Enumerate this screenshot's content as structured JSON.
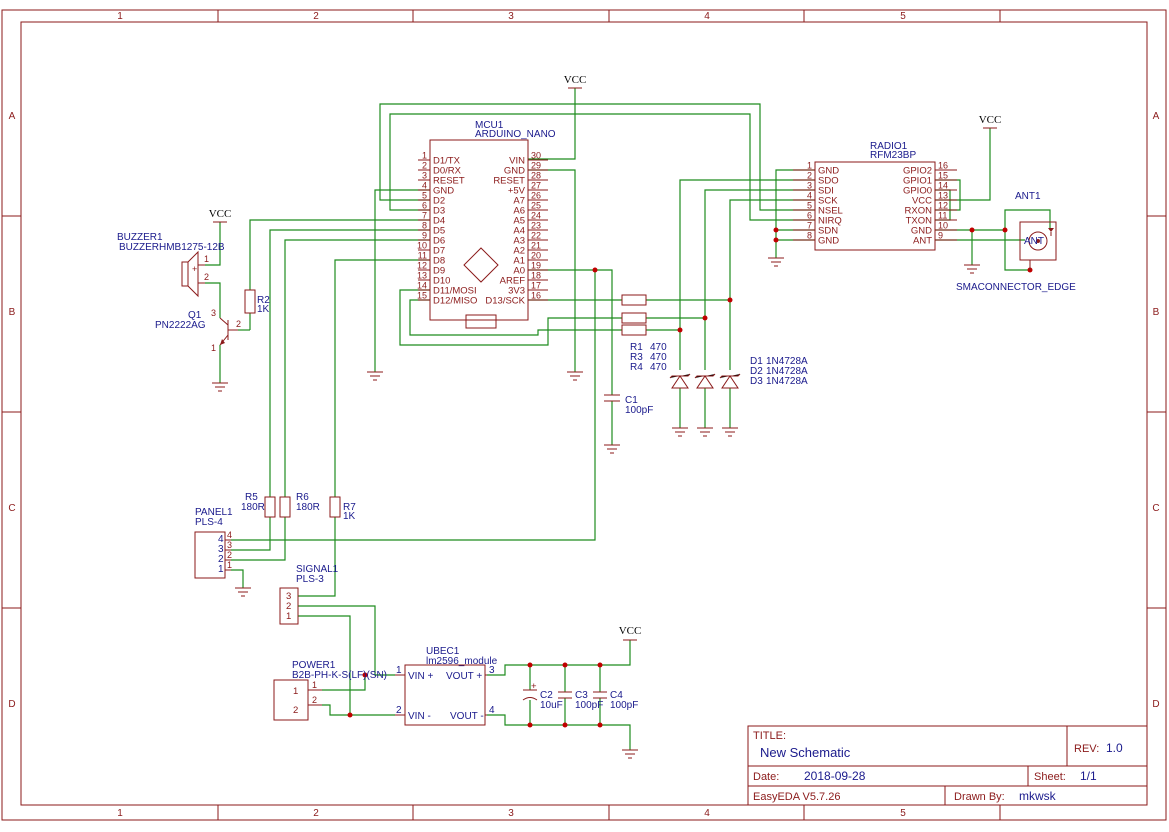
{
  "frame": {
    "columns": [
      "1",
      "2",
      "3",
      "4",
      "5"
    ],
    "rows": [
      "A",
      "B",
      "C",
      "D"
    ]
  },
  "title_block": {
    "title_label": "TITLE:",
    "title": "New Schematic",
    "rev_label": "REV:",
    "rev": "1.0",
    "date_label": "Date:",
    "date": "2018-09-28",
    "sheet_label": "Sheet:",
    "sheet": "1/1",
    "software": "EasyEDA V5.7.26",
    "drawn_by_label": "Drawn By:",
    "drawn_by": "mkwsk"
  },
  "power_labels": {
    "vcc": "VCC"
  },
  "mcu": {
    "ref": "MCU1",
    "value": "ARDUINO_NANO",
    "left_pins": [
      {
        "num": "1",
        "name": "D1/TX"
      },
      {
        "num": "2",
        "name": "D0/RX"
      },
      {
        "num": "3",
        "name": "RESET"
      },
      {
        "num": "4",
        "name": "GND"
      },
      {
        "num": "5",
        "name": "D2"
      },
      {
        "num": "6",
        "name": "D3"
      },
      {
        "num": "7",
        "name": "D4"
      },
      {
        "num": "8",
        "name": "D5"
      },
      {
        "num": "9",
        "name": "D6"
      },
      {
        "num": "10",
        "name": "D7"
      },
      {
        "num": "11",
        "name": "D8"
      },
      {
        "num": "12",
        "name": "D9"
      },
      {
        "num": "13",
        "name": "D10"
      },
      {
        "num": "14",
        "name": "D11/MOSI"
      },
      {
        "num": "15",
        "name": "D12/MISO"
      }
    ],
    "right_pins": [
      {
        "num": "30",
        "name": "VIN"
      },
      {
        "num": "29",
        "name": "GND"
      },
      {
        "num": "28",
        "name": "RESET"
      },
      {
        "num": "27",
        "name": "+5V"
      },
      {
        "num": "26",
        "name": "A7"
      },
      {
        "num": "25",
        "name": "A6"
      },
      {
        "num": "24",
        "name": "A5"
      },
      {
        "num": "23",
        "name": "A4"
      },
      {
        "num": "22",
        "name": "A3"
      },
      {
        "num": "21",
        "name": "A2"
      },
      {
        "num": "20",
        "name": "A1"
      },
      {
        "num": "19",
        "name": "A0"
      },
      {
        "num": "18",
        "name": "AREF"
      },
      {
        "num": "17",
        "name": "3V3"
      },
      {
        "num": "16",
        "name": "D13/SCK"
      }
    ]
  },
  "radio": {
    "ref": "RADIO1",
    "value": "RFM23BP",
    "left_pins": [
      {
        "num": "1",
        "name": "GND"
      },
      {
        "num": "2",
        "name": "SDO"
      },
      {
        "num": "3",
        "name": "SDI"
      },
      {
        "num": "4",
        "name": "SCK"
      },
      {
        "num": "5",
        "name": "NSEL"
      },
      {
        "num": "6",
        "name": "NIRQ"
      },
      {
        "num": "7",
        "name": "SDN"
      },
      {
        "num": "8",
        "name": "GND"
      }
    ],
    "right_pins": [
      {
        "num": "16",
        "name": "GPIO2"
      },
      {
        "num": "15",
        "name": "GPIO1"
      },
      {
        "num": "14",
        "name": "GPIO0"
      },
      {
        "num": "13",
        "name": "VCC"
      },
      {
        "num": "12",
        "name": "RXON"
      },
      {
        "num": "11",
        "name": "TXON"
      },
      {
        "num": "10",
        "name": "GND"
      },
      {
        "num": "9",
        "name": "ANT"
      }
    ]
  },
  "ant": {
    "ref": "ANT1",
    "value": "SMACONNECTOR_EDGE",
    "inner": "ANT"
  },
  "buzzer": {
    "ref": "BUZZER1",
    "value": "BUZZERHMB1275-12B",
    "pin1": "1",
    "pin2": "2",
    "plus": "+"
  },
  "q1": {
    "ref": "Q1",
    "value": "PN2222AG",
    "pin1": "1",
    "pin2": "2",
    "pin3": "3"
  },
  "r2": {
    "ref": "R2",
    "value": "1K"
  },
  "r1": {
    "ref": "R1",
    "value": "470"
  },
  "r3": {
    "ref": "R3",
    "value": "470"
  },
  "r4": {
    "ref": "R4",
    "value": "470"
  },
  "diodes": [
    {
      "ref": "D1",
      "value": "1N4728A"
    },
    {
      "ref": "D2",
      "value": "1N4728A"
    },
    {
      "ref": "D3",
      "value": "1N4728A"
    }
  ],
  "c1": {
    "ref": "C1",
    "value": "100pF"
  },
  "r5": {
    "ref": "R5",
    "value": "180R"
  },
  "r6": {
    "ref": "R6",
    "value": "180R"
  },
  "r7": {
    "ref": "R7",
    "value": "1K"
  },
  "panel": {
    "ref": "PANEL1",
    "value": "PLS-4",
    "pins": [
      "4",
      "3",
      "2",
      "1"
    ]
  },
  "signal": {
    "ref": "SIGNAL1",
    "value": "PLS-3",
    "pins": [
      "3",
      "2",
      "1"
    ]
  },
  "power": {
    "ref": "POWER1",
    "value": "B2B-PH-K-S(LF)(SN)",
    "pins": [
      "1",
      "2"
    ]
  },
  "ubec": {
    "ref": "UBEC1",
    "value": "lm2596_module",
    "vin_plus": "VIN +",
    "vin_minus": "VIN -",
    "vout_plus": "VOUT +",
    "vout_minus": "VOUT -",
    "pin1": "1",
    "pin2": "2",
    "pin3": "3",
    "pin4": "4"
  },
  "c2": {
    "ref": "C2",
    "value": "10uF",
    "plus": "+"
  },
  "c3": {
    "ref": "C3",
    "value": "100pF"
  },
  "c4": {
    "ref": "C4",
    "value": "100pF"
  }
}
